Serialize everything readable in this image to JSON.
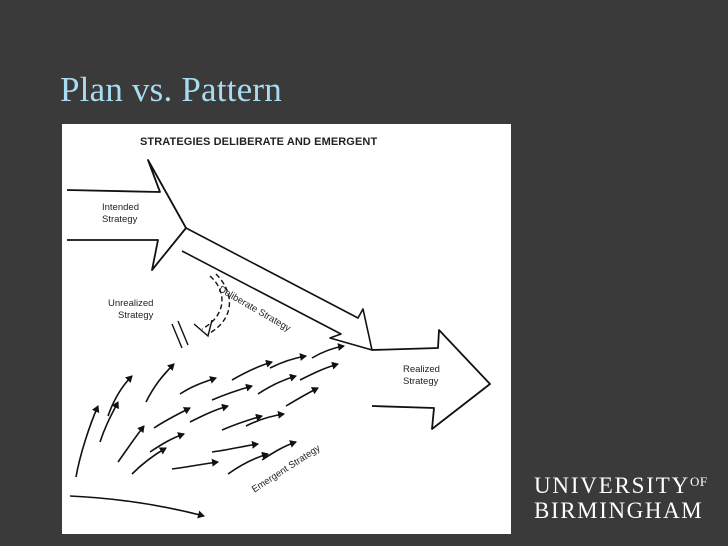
{
  "slide": {
    "title": "Plan vs. Pattern"
  },
  "diagram": {
    "title": "STRATEGIES DELIBERATE AND EMERGENT",
    "labels": {
      "intended_1": "Intended",
      "intended_2": "Strategy",
      "unrealized_1": "Unrealized",
      "unrealized_2": "Strategy",
      "deliberate": "Deliberate Strategy",
      "realized_1": "Realized",
      "realized_2": "Strategy",
      "emergent": "Emergent Strategy"
    }
  },
  "logo": {
    "line1": "UNIVERSITY",
    "of": "OF",
    "line2": "BIRMINGHAM"
  },
  "colors": {
    "background": "#3a3a3a",
    "title": "#a9dcf2",
    "figure_bg": "#ffffff",
    "ink": "#111111"
  }
}
